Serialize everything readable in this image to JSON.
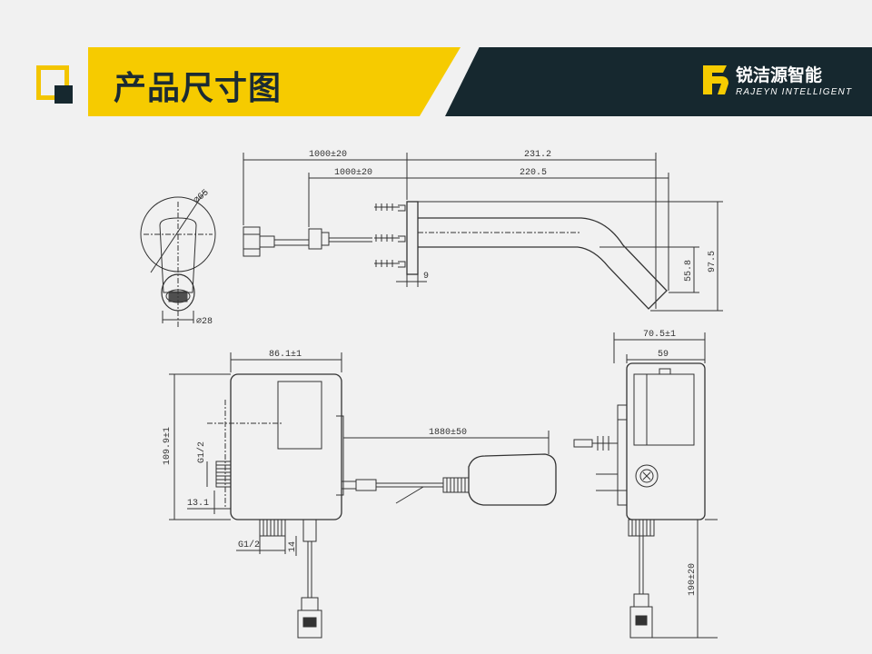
{
  "header": {
    "title": "产品尺寸图",
    "brand_cn": "锐洁源智能",
    "brand_en": "RAJEYN INTELLIGENT"
  },
  "colors": {
    "accent": "#f6cb00",
    "dark": "#16282f",
    "background": "#f1f1f1",
    "line": "#333333"
  },
  "faucet": {
    "dim_total_cable": "1000±20",
    "dim_inner_cable": "1000±20",
    "dim_length_outer": "231.2",
    "dim_length_inner": "220.5",
    "dim_height_outer": "97.5",
    "dim_height_inner": "55.8",
    "dim_plate": "9",
    "dim_plate_dia": "∅65",
    "dim_spout_dia": "∅28"
  },
  "control_box": {
    "dim_width": "86.1±1",
    "dim_height": "109.9±1",
    "dim_inlet_left": "G1/2",
    "dim_offset": "13.1",
    "dim_inlet_bottom": "G1/2",
    "dim_bottom_small": "14",
    "dim_cable": "1880±50"
  },
  "side_view": {
    "dim_width_outer": "70.5±1",
    "dim_width_inner": "59",
    "dim_cable": "190±20"
  }
}
